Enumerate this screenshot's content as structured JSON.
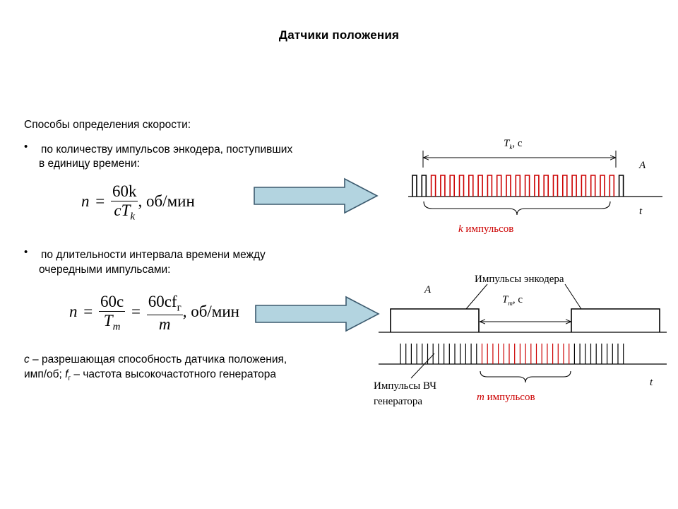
{
  "title": "Датчики положения",
  "intro": "Способы определения скорости:",
  "bullet1": {
    "marker": "•",
    "line1": "по количеству импульсов энкодера, поступивших",
    "line2": "в единицу времени:"
  },
  "formula1": {
    "lhs": "n",
    "eq": "=",
    "num": "60k",
    "den_c": "cT",
    "den_sub": "k",
    "unit": ", об/мин"
  },
  "bullet2": {
    "marker": "•",
    "line1": "по длительности интервала времени между",
    "line2": "очередными импульсами:"
  },
  "formula2": {
    "lhs": "n",
    "eq": "=",
    "num1": "60c",
    "den1": "T",
    "den1_sub": "m",
    "eq2": "=",
    "num2": "60cf",
    "num2_sub": "г",
    "den2": "m",
    "unit": ", об/мин"
  },
  "footnote": {
    "c": "c",
    "text1": " – разрешающая способность датчика положения,",
    "text2a": "имп/об; ",
    "f": "f",
    "f_sub": "г",
    "text2b": " – частота высокочастотного генератора"
  },
  "diagram1": {
    "period_label": "T",
    "period_sub": "k",
    "period_unit": ", с",
    "amp_label": "A",
    "time_label": "t",
    "count_var": "k",
    "count_text": " импульсов"
  },
  "diagram2": {
    "encoder_label": "Импульсы энкодера",
    "amp_label": "A",
    "period_label": "T",
    "period_sub": "m",
    "period_unit": ", с",
    "time_label": "t",
    "hf_label_line1": "Импульсы ВЧ",
    "hf_label_line2": "генератора",
    "count_var": "m",
    "count_text": " импульсов"
  },
  "colors": {
    "highlight": "#cc0000",
    "arrow_fill": "#b3d4e0",
    "arrow_stroke": "#3c5a6e",
    "ink": "#000000"
  }
}
